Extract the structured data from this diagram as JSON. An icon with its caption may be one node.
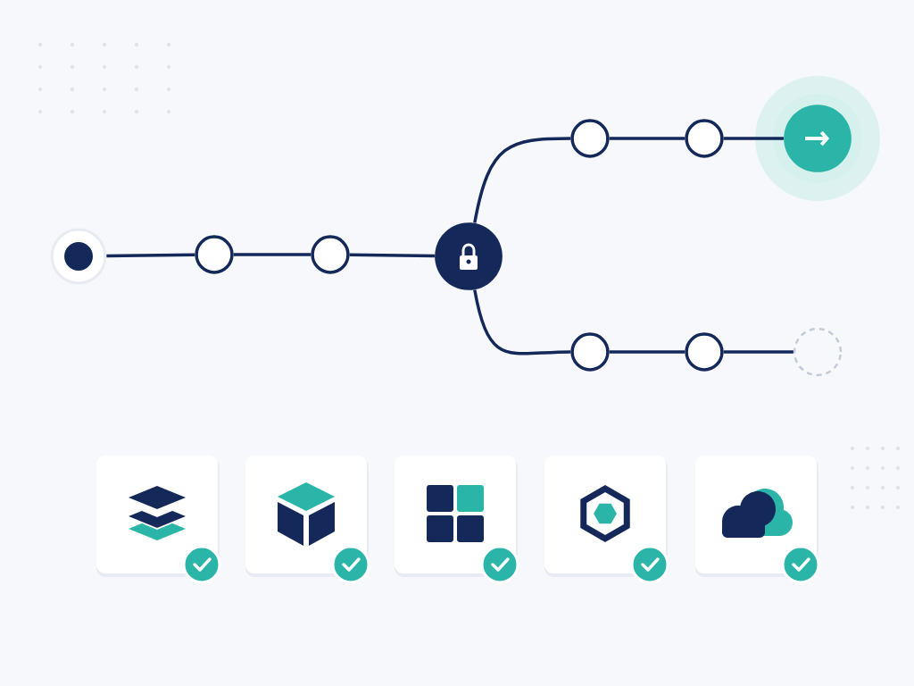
{
  "diagram": {
    "nodes": [
      {
        "text": [],
        "shape": "circle"
      },
      {
        "text": [],
        "shape": "circle"
      },
      {
        "text": [],
        "shape": "circle"
      },
      {
        "text": [],
        "shape": "circle"
      },
      {
        "text": [],
        "shape": "circle"
      },
      {
        "text": [],
        "shape": "circle"
      },
      {
        "text": [],
        "shape": "circle"
      },
      {
        "text": [],
        "shape": "circle"
      },
      {
        "text": [],
        "shape": "circle"
      },
      {
        "text": [],
        "shape": "circle"
      }
    ],
    "edges": [
      {
        "from": 0,
        "to": 1,
        "arrow": "none"
      },
      {
        "from": 1,
        "to": 2,
        "arrow": "none"
      },
      {
        "from": 2,
        "to": 3,
        "arrow": "none"
      },
      {
        "from": 3,
        "to": 4,
        "arrow": "none"
      },
      {
        "from": 4,
        "to": 5,
        "arrow": "none"
      },
      {
        "from": 5,
        "to": 6,
        "arrow": "none"
      },
      {
        "from": 3,
        "to": 7,
        "arrow": "none"
      },
      {
        "from": 7,
        "to": 8,
        "arrow": "none"
      },
      {
        "from": 8,
        "to": 9,
        "arrow": "none"
      }
    ]
  }
}
